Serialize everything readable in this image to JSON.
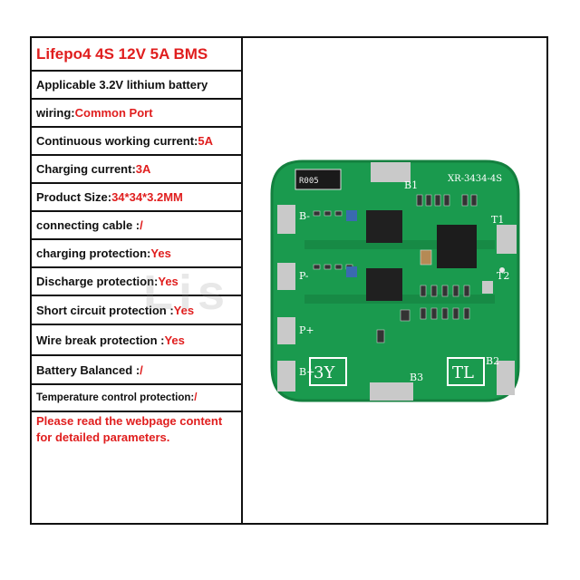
{
  "table": {
    "title": "Lifepo4 4S 12V 5A BMS",
    "rows": [
      {
        "label": "Applicable 3.2V lithium battery",
        "value": ""
      },
      {
        "label": "wiring:",
        "value": "Common Port"
      },
      {
        "label": "Continuous working current:",
        "value": "5A"
      },
      {
        "label": "Charging current:",
        "value": "3A"
      },
      {
        "label": "Product Size:",
        "value": "34*34*3.2MM"
      },
      {
        "label": "connecting cable :",
        "value": "/"
      },
      {
        "label": "charging protection: ",
        "value": "Yes"
      },
      {
        "label": "Discharge protection: ",
        "value": "Yes"
      },
      {
        "label": "Short circuit protection :",
        "value": "Yes"
      },
      {
        "label": "Wire break protection :",
        "value": "Yes"
      },
      {
        "label": "Battery Balanced :",
        "value": "/"
      },
      {
        "label": "Temperature control protection:",
        "value": "/"
      }
    ],
    "note": "Please read the webpage content for detailed parameters."
  },
  "pcb": {
    "board_code": "XR-3434-4S",
    "resistor_code": "R005",
    "marks": {
      "b1": "B1",
      "b2": "B2",
      "b3": "B3",
      "t1": "T1",
      "t2": "T2",
      "b_minus": "B-",
      "p_minus": "P-",
      "p_plus": "P+",
      "b_plus": "B+"
    },
    "logo_left": "3Y",
    "logo_right": "TL",
    "colors": {
      "board": "#1a9a4e",
      "pad": "#c9c9c9",
      "silk": "#ffffff"
    }
  },
  "watermark": "Lis"
}
